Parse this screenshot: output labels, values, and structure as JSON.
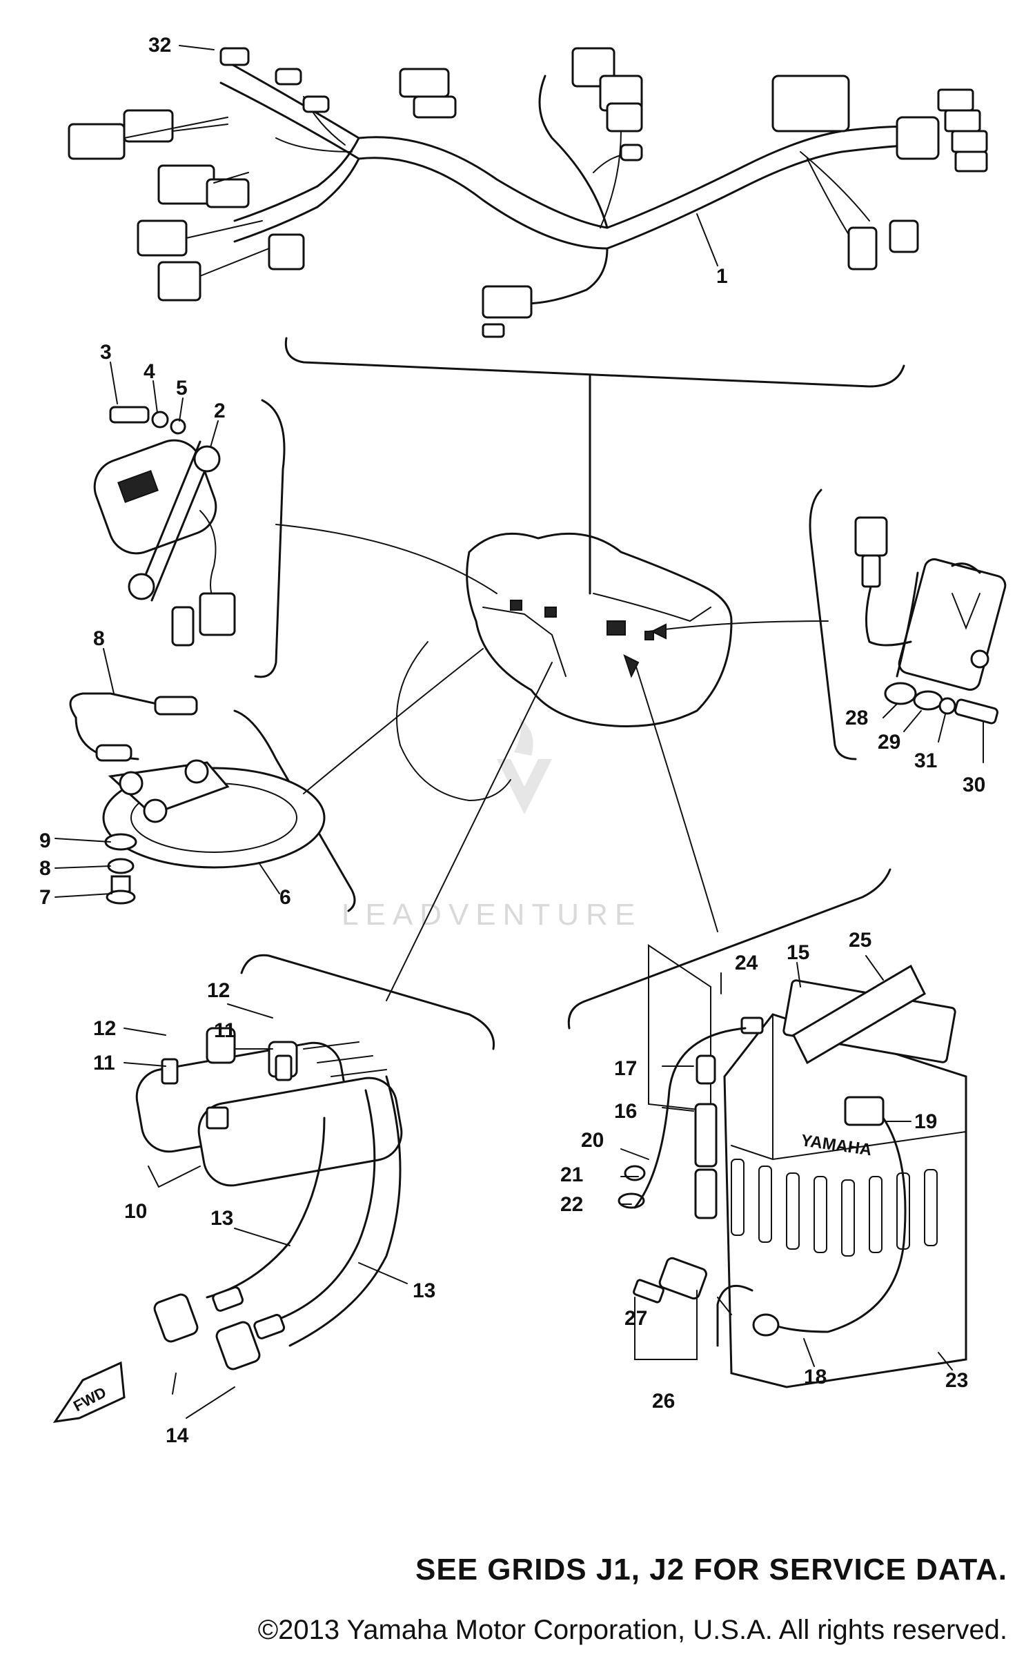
{
  "watermark": "LEADVENTURE",
  "fwd_label": "FWD",
  "battery_brand": "YAMAHA",
  "service_note": "SEE GRIDS J1, J2 FOR SERVICE DATA.",
  "copyright": "©2013 Yamaha Motor Corporation, U.S.A. All rights reserved.",
  "part_labels": [
    {
      "n": "32"
    },
    {
      "n": "1"
    },
    {
      "n": "3"
    },
    {
      "n": "4"
    },
    {
      "n": "5"
    },
    {
      "n": "2"
    },
    {
      "n": "8"
    },
    {
      "n": "9"
    },
    {
      "n": "8"
    },
    {
      "n": "7"
    },
    {
      "n": "6"
    },
    {
      "n": "28"
    },
    {
      "n": "29"
    },
    {
      "n": "31"
    },
    {
      "n": "30"
    },
    {
      "n": "12"
    },
    {
      "n": "12"
    },
    {
      "n": "11"
    },
    {
      "n": "11"
    },
    {
      "n": "10"
    },
    {
      "n": "13"
    },
    {
      "n": "13"
    },
    {
      "n": "14"
    },
    {
      "n": "24"
    },
    {
      "n": "15"
    },
    {
      "n": "25"
    },
    {
      "n": "17"
    },
    {
      "n": "16"
    },
    {
      "n": "20"
    },
    {
      "n": "21"
    },
    {
      "n": "22"
    },
    {
      "n": "19"
    },
    {
      "n": "27"
    },
    {
      "n": "26"
    },
    {
      "n": "18"
    },
    {
      "n": "23"
    }
  ]
}
